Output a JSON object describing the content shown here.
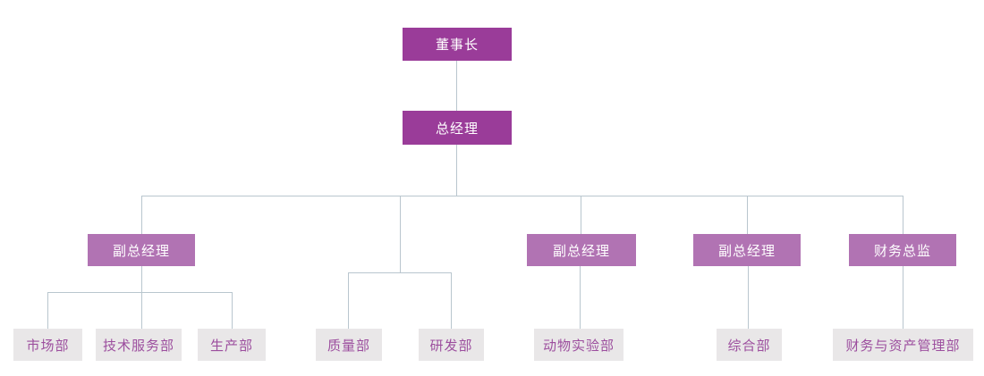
{
  "colors": {
    "background": "#ffffff",
    "executive_box_bg": "#9a3c99",
    "manager_box_bg": "#b173b3",
    "department_box_bg": "#e9e7e8",
    "department_text": "#9c4e9e",
    "box_text": "#ffffff",
    "connector": "#b9c6ce"
  },
  "diagram": {
    "type": "org-chart",
    "tree": {
      "label": "董事长",
      "children": [
        {
          "label": "总经理",
          "children": [
            {
              "label": "副总经理",
              "children": [
                {
                  "label": "市场部"
                },
                {
                  "label": "技术服务部"
                },
                {
                  "label": "生产部"
                }
              ]
            },
            {
              "label": "",
              "children": [
                {
                  "label": "质量部"
                },
                {
                  "label": "研发部"
                }
              ]
            },
            {
              "label": "副总经理",
              "children": [
                {
                  "label": "动物实验部"
                }
              ]
            },
            {
              "label": "副总经理",
              "children": [
                {
                  "label": "综合部"
                }
              ]
            },
            {
              "label": "财务总监",
              "children": [
                {
                  "label": "财务与资产管理部"
                }
              ]
            }
          ]
        }
      ]
    }
  }
}
